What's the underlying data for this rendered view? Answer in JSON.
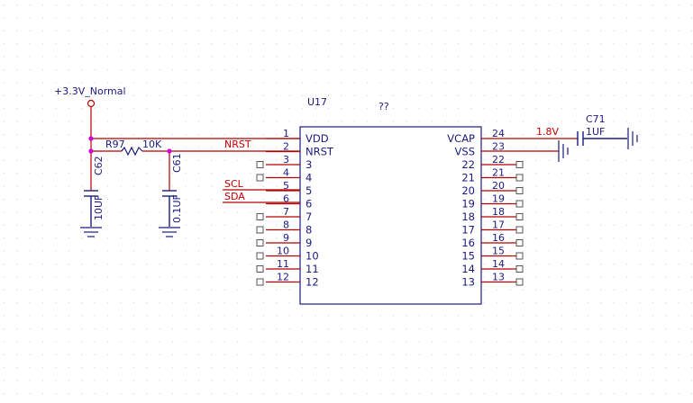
{
  "colors": {
    "background": "#ffffff",
    "grid_dot": "#c4c4c4",
    "wire": "#b40000",
    "component": "#1a1a80",
    "text_dark": "#1a1a80",
    "net_label": "#c00000",
    "junction": "#d100d1"
  },
  "power": {
    "supply_label": "+3.3V_Normal"
  },
  "components": {
    "r97": {
      "ref": "R97",
      "value": "10K"
    },
    "c62": {
      "ref": "C62",
      "value": "10UF"
    },
    "c61": {
      "ref": "C61",
      "value": "0.1UF"
    },
    "c71": {
      "ref": "C71",
      "value": "1UF"
    }
  },
  "chip": {
    "ref": "U17",
    "value": "??",
    "left_pins": [
      {
        "num": "1",
        "name": "VDD"
      },
      {
        "num": "2",
        "name": "NRST"
      },
      {
        "num": "3",
        "name": "3"
      },
      {
        "num": "4",
        "name": "4"
      },
      {
        "num": "5",
        "name": "5"
      },
      {
        "num": "6",
        "name": "6"
      },
      {
        "num": "7",
        "name": "7"
      },
      {
        "num": "8",
        "name": "8"
      },
      {
        "num": "9",
        "name": "9"
      },
      {
        "num": "10",
        "name": "10"
      },
      {
        "num": "11",
        "name": "11"
      },
      {
        "num": "12",
        "name": "12"
      }
    ],
    "right_pins": [
      {
        "num": "24",
        "name": "VCAP"
      },
      {
        "num": "23",
        "name": "VSS"
      },
      {
        "num": "22",
        "name": "22"
      },
      {
        "num": "21",
        "name": "21"
      },
      {
        "num": "20",
        "name": "20"
      },
      {
        "num": "19",
        "name": "19"
      },
      {
        "num": "18",
        "name": "18"
      },
      {
        "num": "17",
        "name": "17"
      },
      {
        "num": "16",
        "name": "16"
      },
      {
        "num": "15",
        "name": "15"
      },
      {
        "num": "14",
        "name": "14"
      },
      {
        "num": "13",
        "name": "13"
      }
    ]
  },
  "nets": {
    "nrst": "NRST",
    "scl": "SCL",
    "sda": "SDA",
    "vcap": "1.8V"
  }
}
